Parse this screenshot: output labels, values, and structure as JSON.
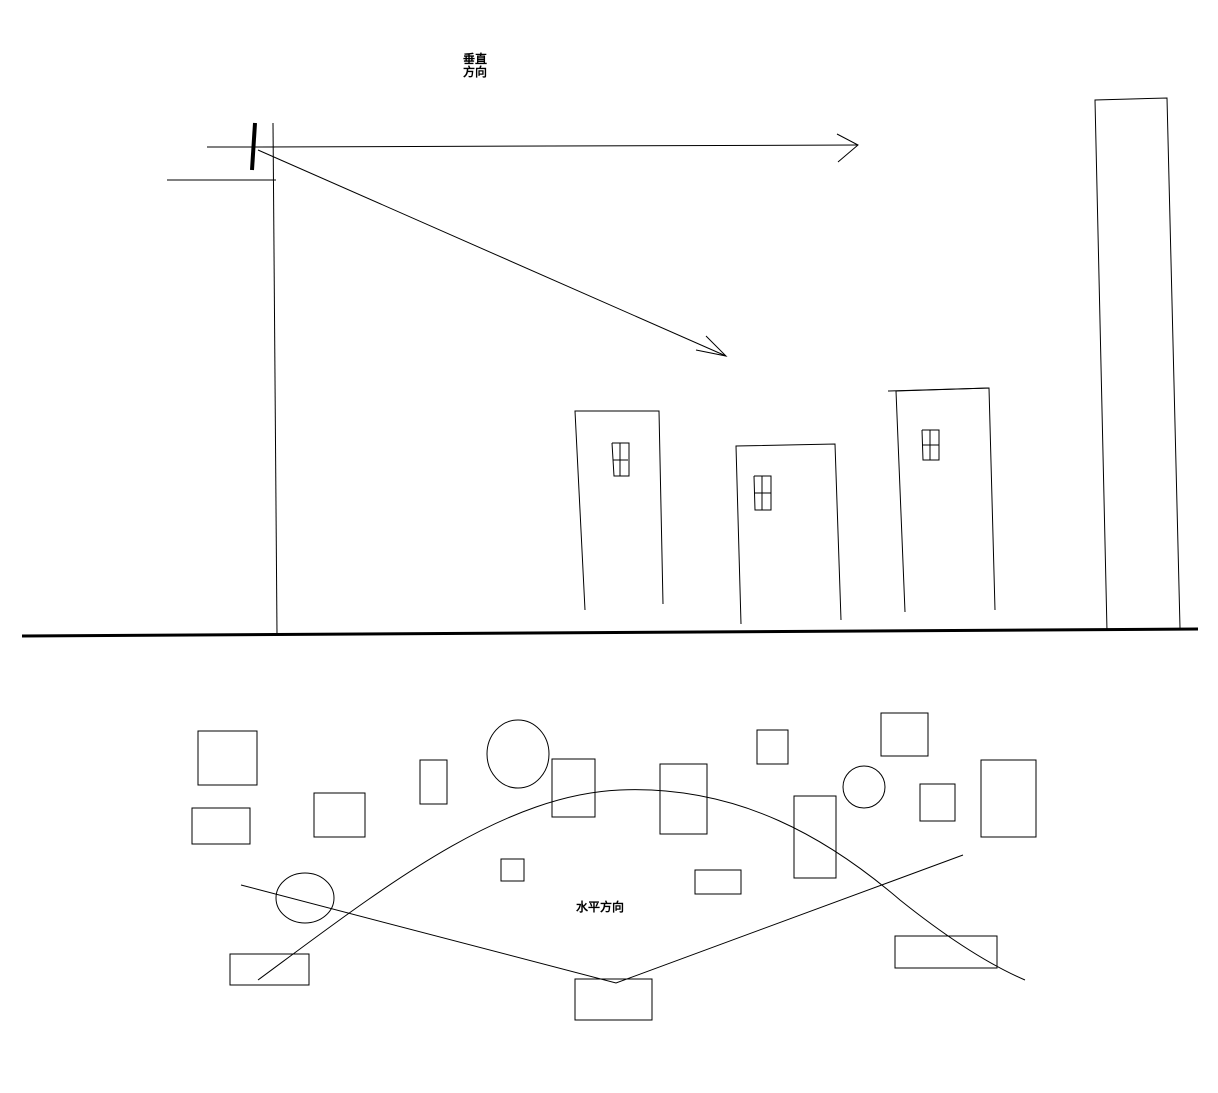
{
  "labels": {
    "vertical_line1": "垂直",
    "vertical_line2": "方向",
    "horizontal": "水平方向"
  },
  "colors": {
    "background": "#ffffff",
    "ink": "#000000"
  }
}
